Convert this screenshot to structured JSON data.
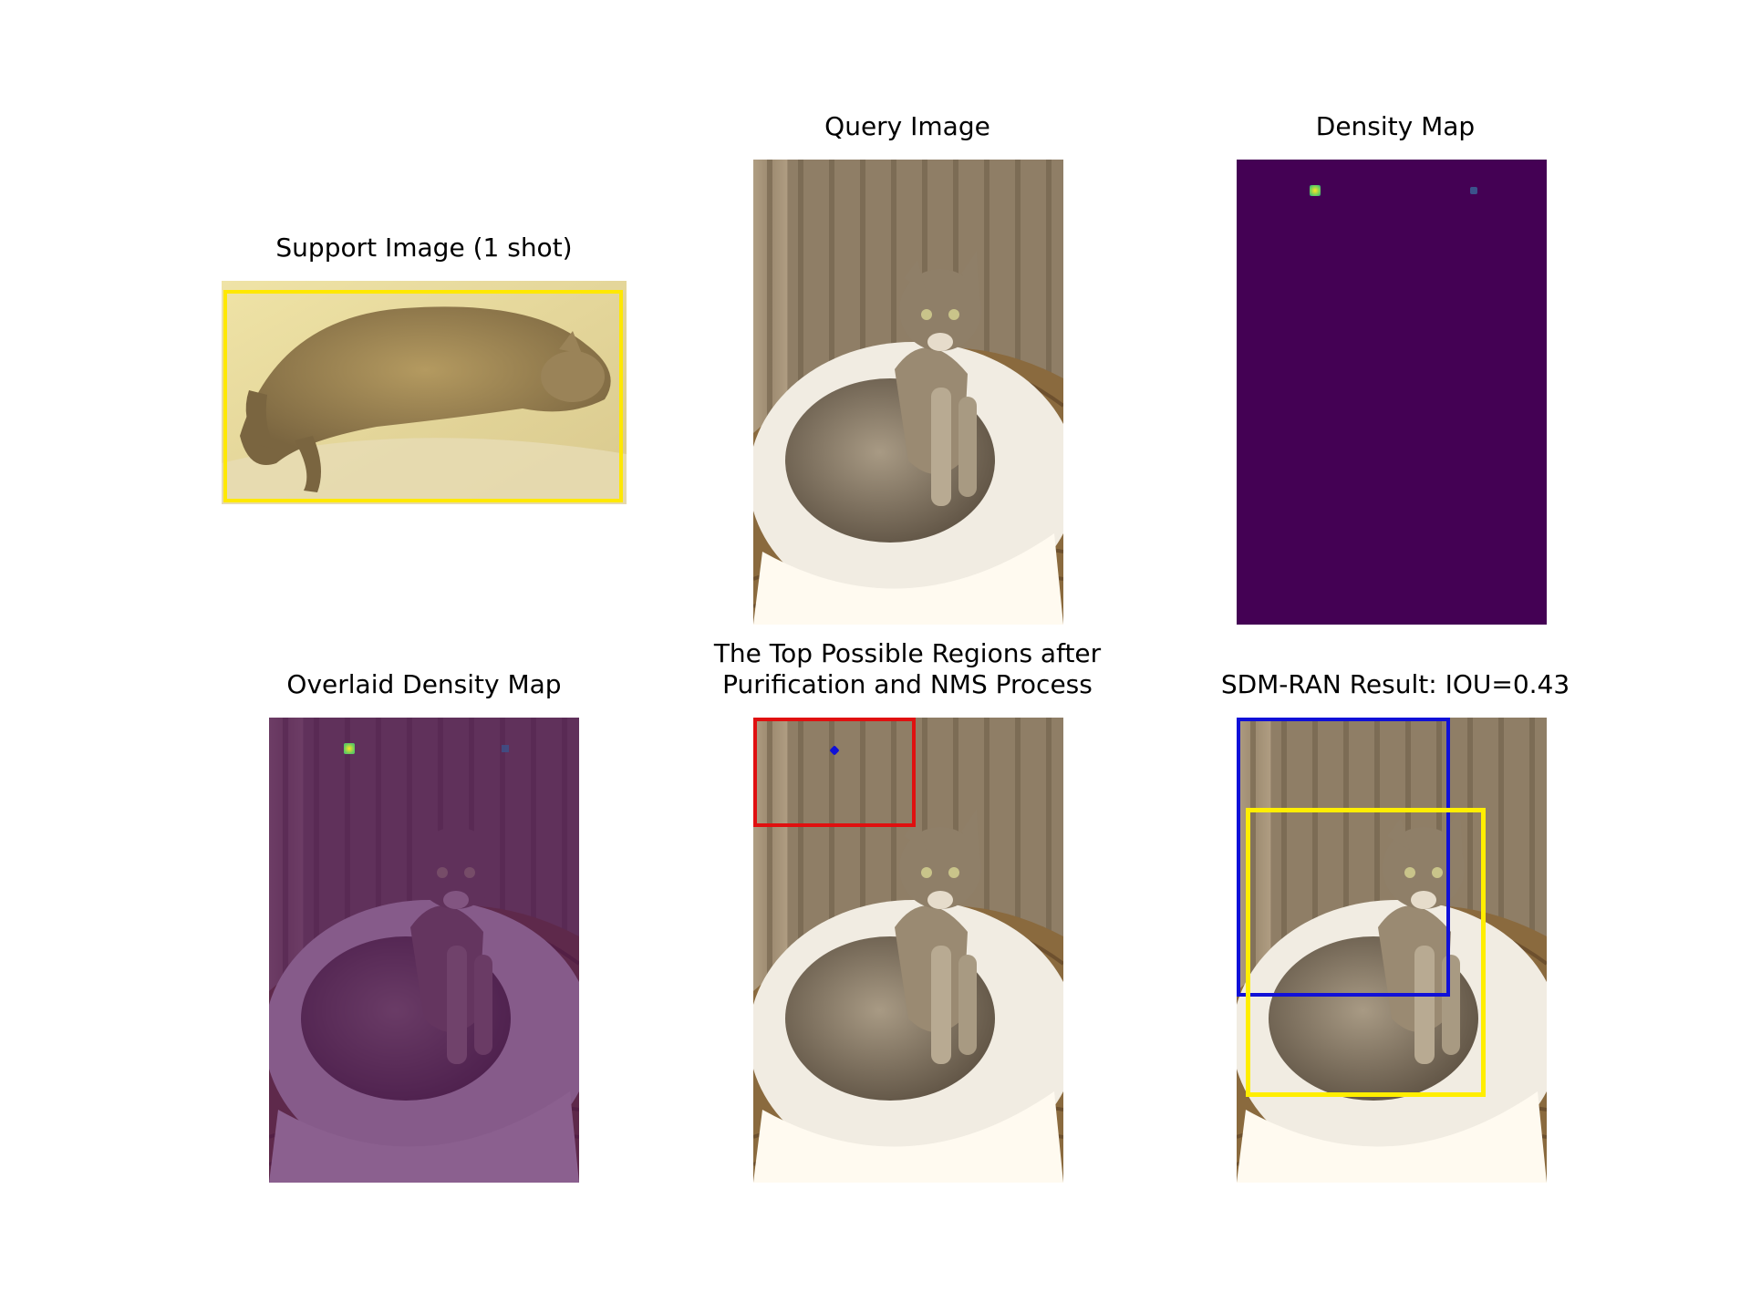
{
  "figure": {
    "panels": [
      {
        "id": "support",
        "title": "Support Image (1 shot)"
      },
      {
        "id": "query",
        "title": "Query Image"
      },
      {
        "id": "density",
        "title": "Density Map"
      },
      {
        "id": "overlaid",
        "title": "Overlaid Density Map"
      },
      {
        "id": "regions",
        "title": "The Top Possible Regions after\nPurification and NMS Process"
      },
      {
        "id": "result",
        "title": "SDM-RAN Result: IOU=0.43"
      }
    ],
    "colors": {
      "density_background": "#440154",
      "density_peak": "#d9e24a",
      "support_box": "#ffe800",
      "region_box": "#e01010",
      "predicted_box": "#1010d8",
      "ground_truth_box": "#ffee00"
    },
    "images": {
      "support": "cat-lying-on-carpet-photo",
      "query": "cat-sitting-in-basket-photo"
    }
  }
}
